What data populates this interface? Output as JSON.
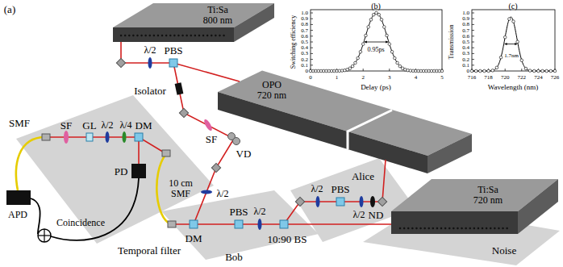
{
  "diagram": {
    "nodes": [
      {
        "text": [
          "Ti:Sa",
          "800 nm"
        ]
      },
      {
        "text": [
          "OPO",
          "720 nm"
        ]
      },
      {
        "text": [
          "Ti:Sa",
          "720 nm"
        ]
      }
    ],
    "labels": [
      "(a)",
      "(b)",
      "(c)",
      "0",
      "0.1",
      "0.2",
      "0.3",
      "0.4",
      "0.5",
      "0.6",
      "0.7",
      "0.8",
      "0.9",
      "1.0",
      "0",
      "1",
      "2",
      "3",
      "4",
      "5",
      "0.95ps",
      "Delay (ps)",
      "Switching efficiency",
      "0",
      "0.1",
      "0.2",
      "0.3",
      "0.4",
      "0.5",
      "0.6",
      "0.7",
      "0.8",
      "0.9",
      "1.0",
      "716",
      "718",
      "720",
      "722",
      "724",
      "726",
      "1.7nm",
      "Wavelength (nm)",
      "Transmission",
      "SMF",
      "SF",
      "GL",
      "λ/2",
      "λ/4",
      "DM",
      "PD",
      "Coincidence",
      "APD",
      "λ/2",
      "PBS",
      "Isolator",
      "SF",
      "VD",
      "λ/2",
      "10 cm SMF",
      "Temporal filter",
      "DM",
      "PBS",
      "λ/2",
      "Bob",
      "10:90 BS",
      "λ/2",
      "PBS",
      "Alice",
      "λ/2",
      "ND",
      "Noise"
    ]
  }
}
